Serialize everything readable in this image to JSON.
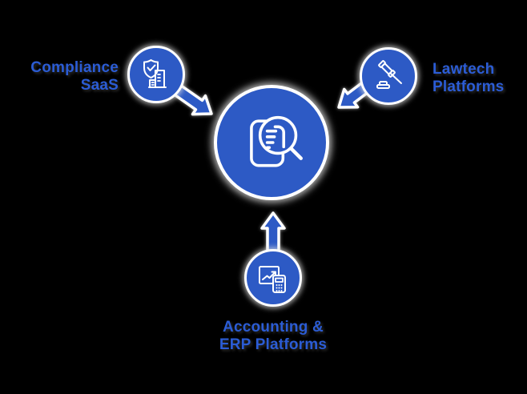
{
  "colors": {
    "background": "#000000",
    "node_blue": "#2d5ac5",
    "icon_stroke": "#ffffff",
    "label_blue": "#2b5cd5"
  },
  "center_node": {
    "icon": "document-search-icon"
  },
  "nodes": {
    "compliance": {
      "line1": "Compliance",
      "line2": "SaaS",
      "icon": "shield-check-buildings-icon"
    },
    "lawtech": {
      "line1": "Lawtech",
      "line2": "Platforms",
      "icon": "gavel-icon"
    },
    "accounting": {
      "line1": "Accounting &",
      "line2": "ERP Platforms",
      "icon": "chart-calculator-icon"
    }
  },
  "arrows": [
    {
      "from": "compliance",
      "to": "center"
    },
    {
      "from": "lawtech",
      "to": "center"
    },
    {
      "from": "accounting",
      "to": "center"
    }
  ]
}
